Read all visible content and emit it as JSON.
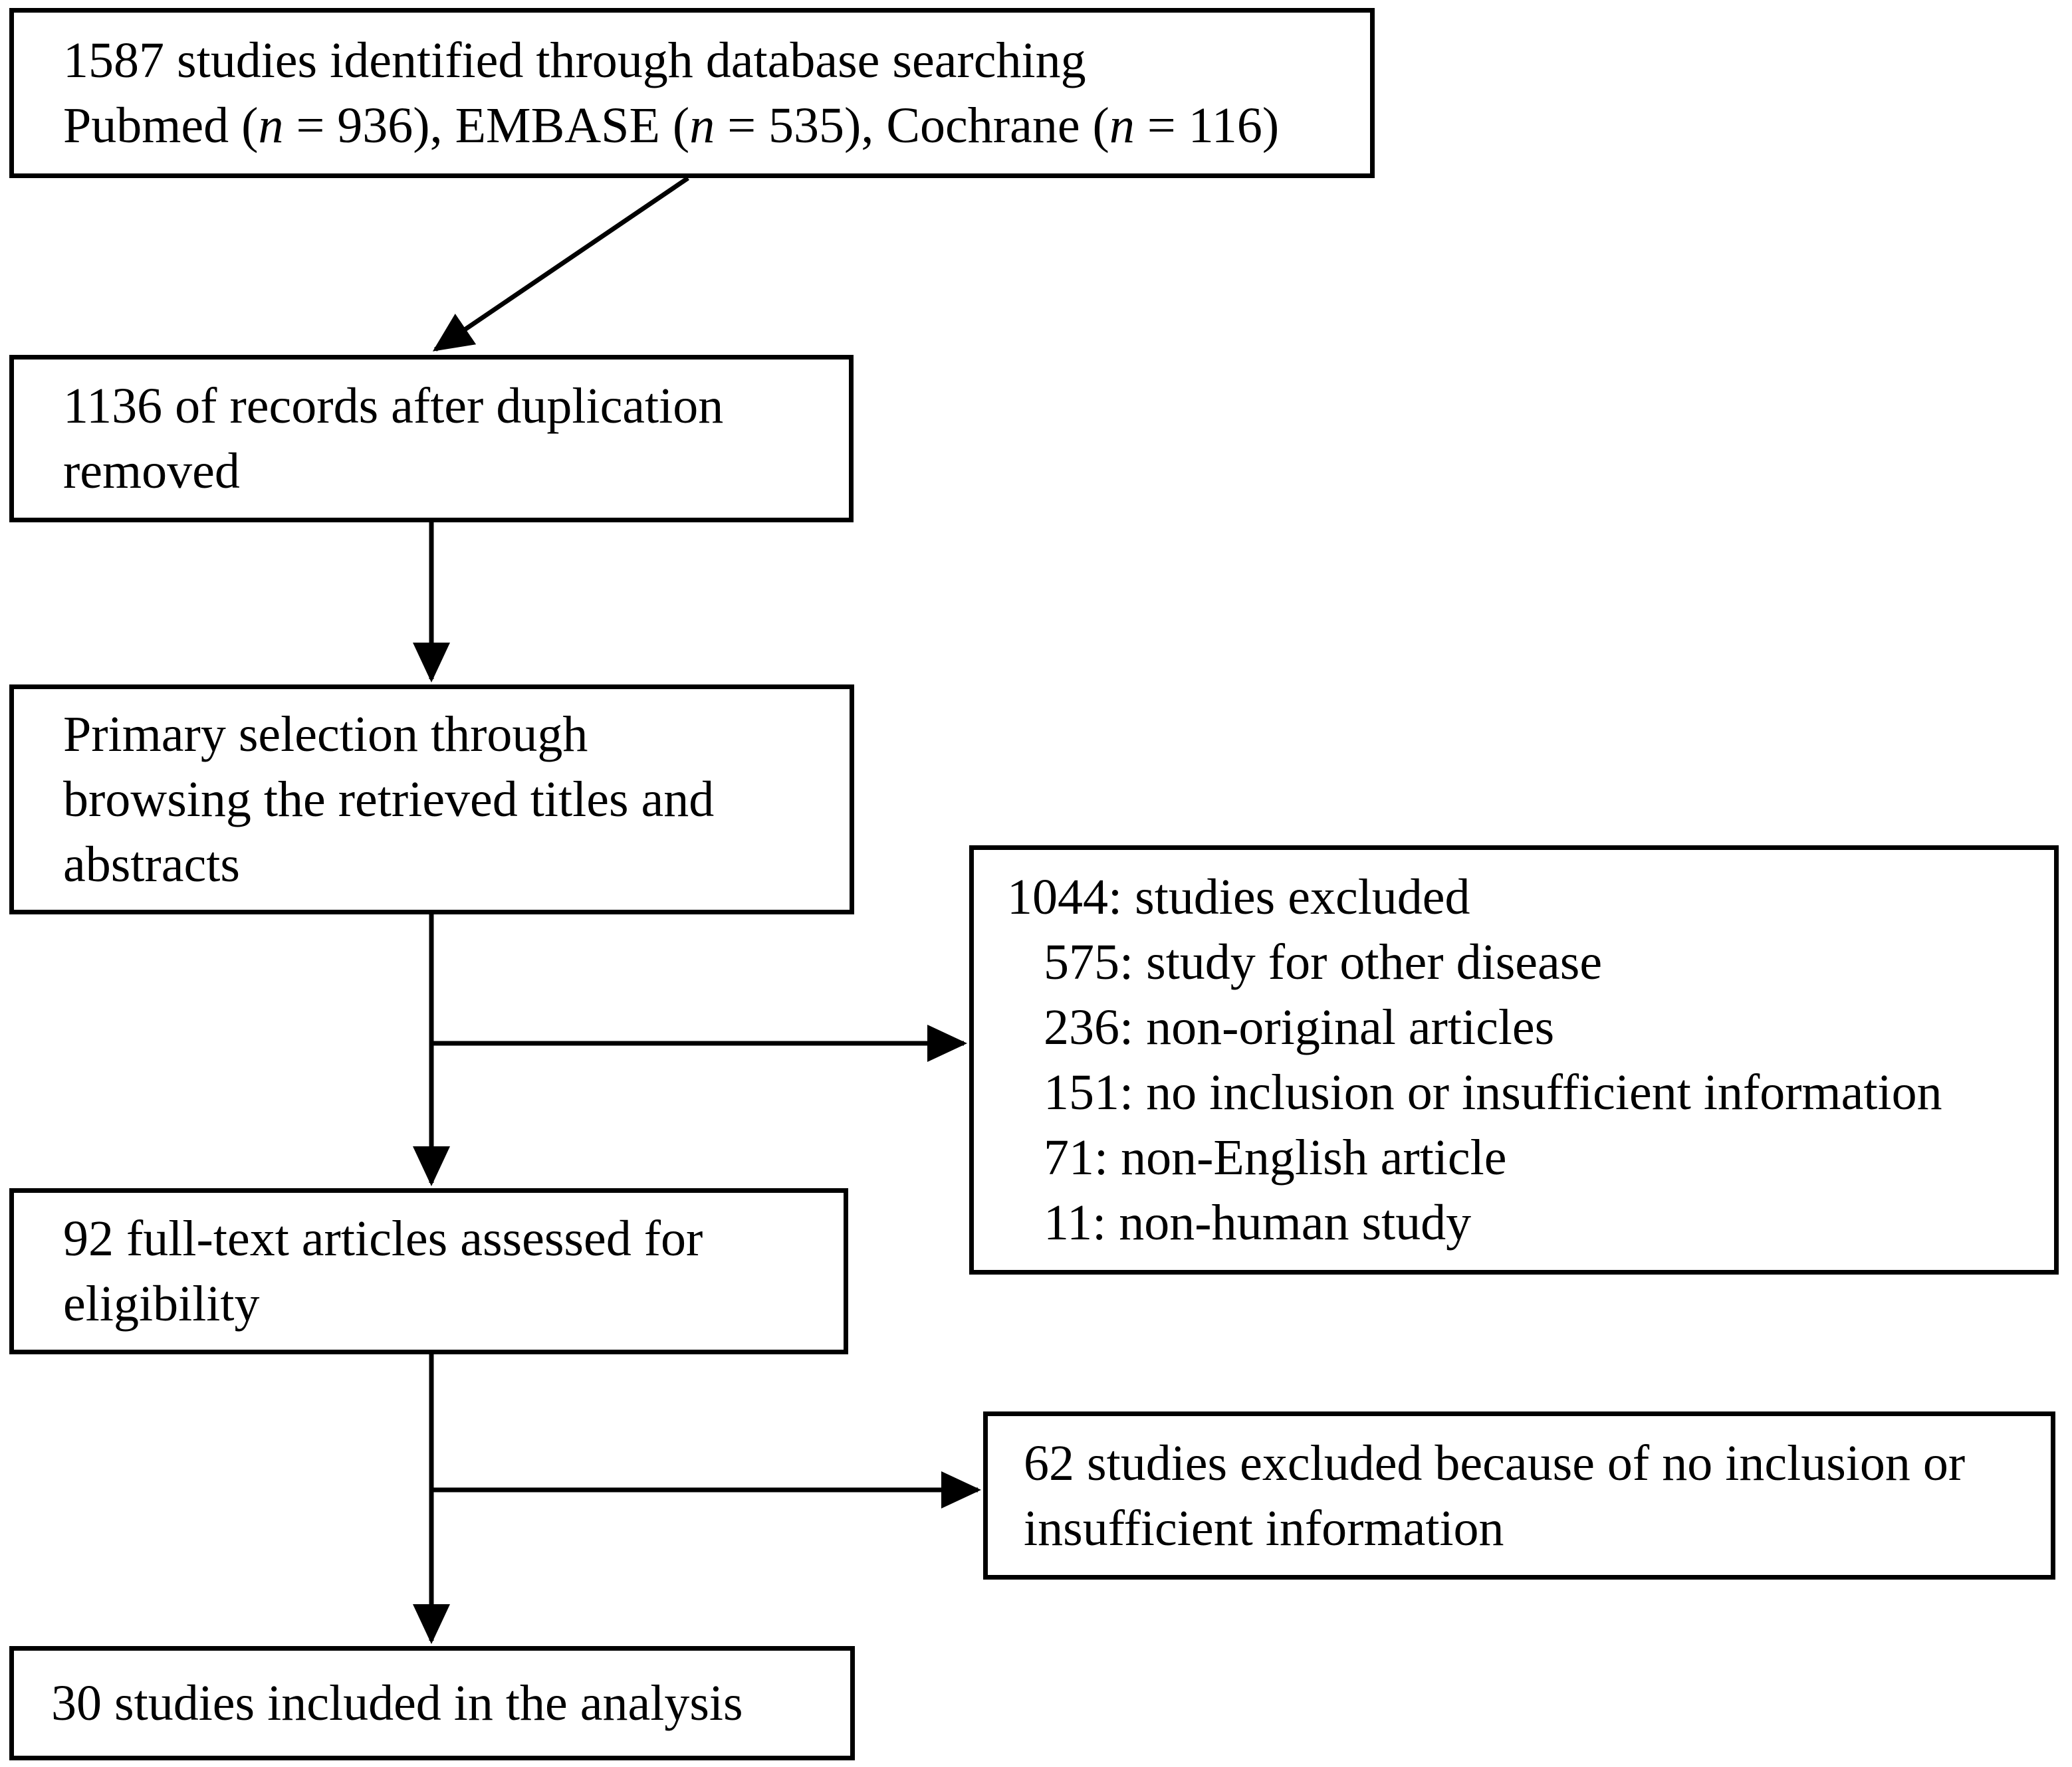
{
  "diagram": {
    "kind": "study-selection-flowchart",
    "colors": {
      "border": "#000000",
      "background": "#ffffff",
      "text": "#000000"
    },
    "boxes": {
      "identification": {
        "lines": [
          {
            "runs": [
              {
                "t": "1587 studies identified through database searching"
              }
            ]
          },
          {
            "runs": [
              {
                "t": "Pubmed ("
              },
              {
                "t": "n",
                "i": true
              },
              {
                "t": " = 936), EMBASE ("
              },
              {
                "t": "n",
                "i": true
              },
              {
                "t": " = 535), Cochrane ("
              },
              {
                "t": "n",
                "i": true
              },
              {
                "t": " = 116)"
              }
            ]
          }
        ]
      },
      "deduplicated": {
        "lines": [
          {
            "runs": [
              {
                "t": "1136 of records after duplication"
              }
            ]
          },
          {
            "runs": [
              {
                "t": "removed"
              }
            ]
          }
        ]
      },
      "primary_selection": {
        "lines": [
          {
            "runs": [
              {
                "t": "Primary selection through"
              }
            ]
          },
          {
            "runs": [
              {
                "t": "browsing the retrieved titles and"
              }
            ]
          },
          {
            "runs": [
              {
                "t": "abstracts"
              }
            ]
          }
        ]
      },
      "fulltext_assessed": {
        "lines": [
          {
            "runs": [
              {
                "t": "92 full-text articles assessed for"
              }
            ]
          },
          {
            "runs": [
              {
                "t": "eligibility"
              }
            ]
          }
        ]
      },
      "included": {
        "lines": [
          {
            "runs": [
              {
                "t": "30 studies included in the analysis"
              }
            ]
          }
        ]
      },
      "excluded_primary": {
        "lines": [
          {
            "runs": [
              {
                "t": "1044: studies excluded"
              }
            ]
          },
          {
            "runs": [
              {
                "t": "575: study for other disease"
              }
            ],
            "indent": true
          },
          {
            "runs": [
              {
                "t": "236: non-original articles"
              }
            ],
            "indent": true
          },
          {
            "runs": [
              {
                "t": "151: no inclusion or insufficient information"
              }
            ],
            "indent": true
          },
          {
            "runs": [
              {
                "t": "71: non-English article"
              }
            ],
            "indent": true
          },
          {
            "runs": [
              {
                "t": "11: non-human study"
              }
            ],
            "indent": true
          }
        ]
      },
      "excluded_fulltext": {
        "lines": [
          {
            "runs": [
              {
                "t": "62 studies excluded because of no inclusion or"
              }
            ]
          },
          {
            "runs": [
              {
                "t": "insufficient information"
              }
            ]
          }
        ]
      }
    }
  }
}
